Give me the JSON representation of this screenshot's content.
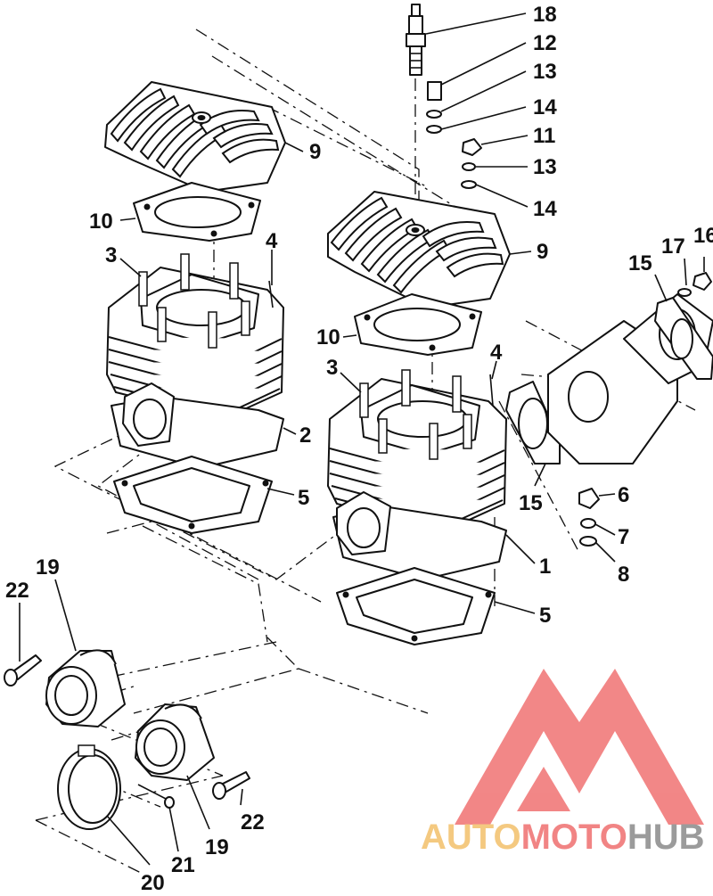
{
  "callouts": [
    {
      "id": "c18",
      "text": "18"
    },
    {
      "id": "c12",
      "text": "12"
    },
    {
      "id": "c13a",
      "text": "13"
    },
    {
      "id": "c14a",
      "text": "14"
    },
    {
      "id": "c11",
      "text": "11"
    },
    {
      "id": "c13b",
      "text": "13"
    },
    {
      "id": "c14b",
      "text": "14"
    },
    {
      "id": "c9a",
      "text": "9"
    },
    {
      "id": "c9b",
      "text": "9"
    },
    {
      "id": "c16",
      "text": "16"
    },
    {
      "id": "c17",
      "text": "17"
    },
    {
      "id": "c15a",
      "text": "15"
    },
    {
      "id": "c10a",
      "text": "10"
    },
    {
      "id": "c3a",
      "text": "3"
    },
    {
      "id": "c4a",
      "text": "4"
    },
    {
      "id": "c10b",
      "text": "10"
    },
    {
      "id": "c3b",
      "text": "3"
    },
    {
      "id": "c4b",
      "text": "4"
    },
    {
      "id": "c2",
      "text": "2"
    },
    {
      "id": "c5a",
      "text": "5"
    },
    {
      "id": "c15b",
      "text": "15"
    },
    {
      "id": "c6",
      "text": "6"
    },
    {
      "id": "c7",
      "text": "7"
    },
    {
      "id": "c8",
      "text": "8"
    },
    {
      "id": "c1",
      "text": "1"
    },
    {
      "id": "c5b",
      "text": "5"
    },
    {
      "id": "c19a",
      "text": "19"
    },
    {
      "id": "c22a",
      "text": "22"
    },
    {
      "id": "c22b",
      "text": "22"
    },
    {
      "id": "c19b",
      "text": "19"
    },
    {
      "id": "c21",
      "text": "21"
    },
    {
      "id": "c20",
      "text": "20"
    }
  ],
  "watermark": {
    "part1": "AUTO",
    "part2": "MOTO",
    "part3": "HUB",
    "color_auto": "#f3c06b",
    "color_moto": "#ef6f6f",
    "color_hub": "#8a8a8a",
    "logo_color": "#f07272"
  }
}
